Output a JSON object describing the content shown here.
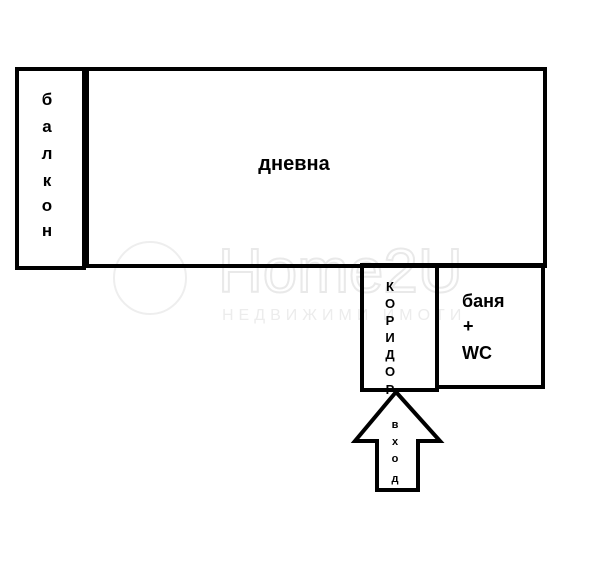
{
  "rooms": {
    "balcony": {
      "chars": [
        "б",
        "а",
        "л",
        "к",
        "о",
        "н"
      ]
    },
    "living": {
      "label": "дневна"
    },
    "corridor": {
      "chars": [
        "К",
        "О",
        "Р",
        "И",
        "Д",
        "О",
        "Р"
      ]
    },
    "bathroom": {
      "line1": "баня",
      "line2": "+",
      "line3": "WC"
    }
  },
  "entrance": {
    "chars": [
      "в",
      "х",
      "о",
      "д"
    ]
  },
  "watermark": {
    "title": "Home2U",
    "subtitle": "НЕДВИЖИМИ ИМОТИ"
  },
  "colors": {
    "line": "#000000",
    "background": "#ffffff",
    "watermark": "#e9e9e9"
  }
}
